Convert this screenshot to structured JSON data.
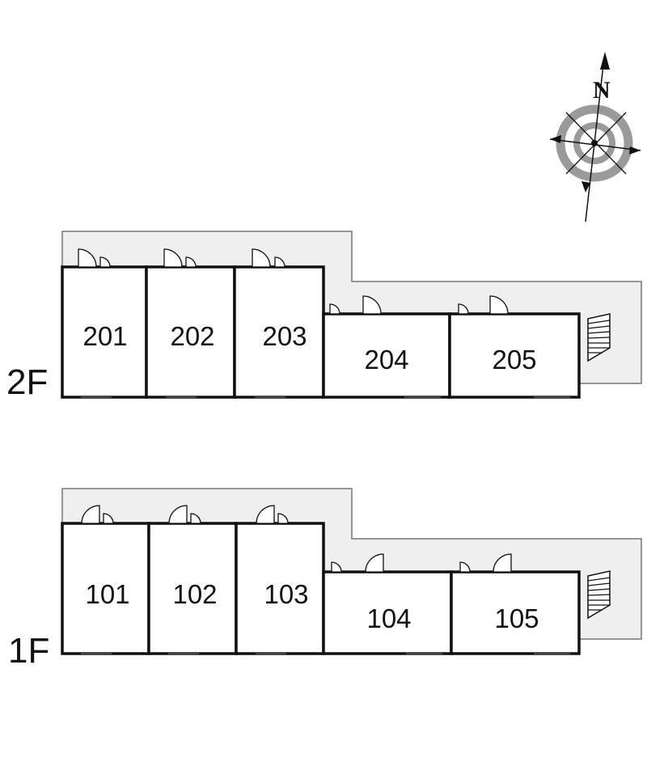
{
  "floors": {
    "second": {
      "label": "2F",
      "rooms": [
        "201",
        "202",
        "203",
        "204",
        "205"
      ]
    },
    "first": {
      "label": "1F",
      "rooms": [
        "101",
        "102",
        "103",
        "104",
        "105"
      ]
    }
  },
  "compass": {
    "north_label": "N"
  }
}
